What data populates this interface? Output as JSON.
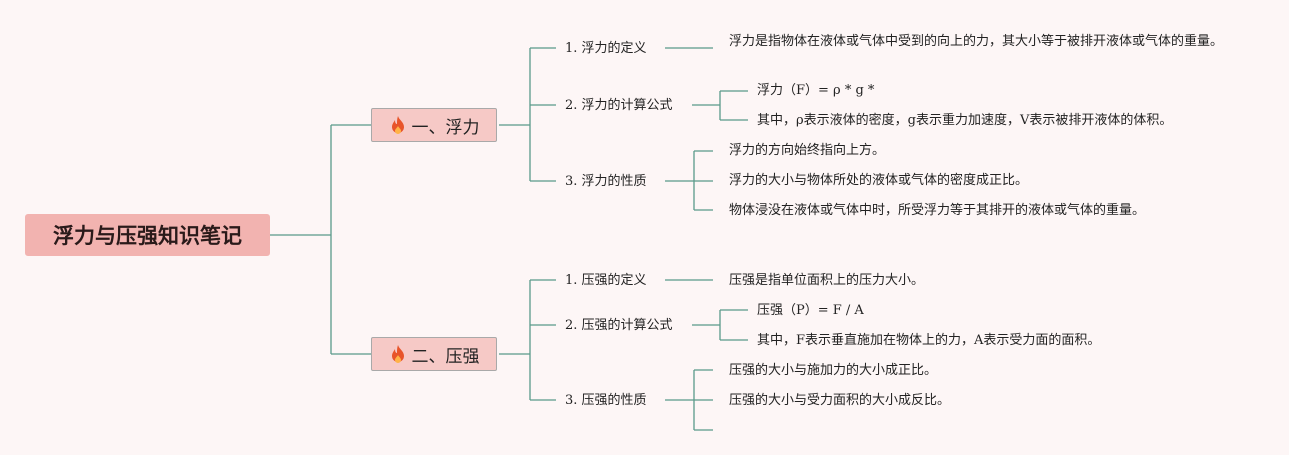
{
  "root": {
    "title": "浮力与压强知识笔记"
  },
  "icon": "fire-icon",
  "colors": {
    "root_bg": "#f2b3b0",
    "branch_bg": "#f6c9c6",
    "line": "#5a9a8a",
    "fire": "#e8542a"
  },
  "sections": [
    {
      "title": "一、浮力",
      "subtopics": [
        {
          "label": "1. 浮力的定义",
          "details": [
            "浮力是指物体在液体或气体中受到的向上的力，其大小等于被排开液体或气体的重量。"
          ]
        },
        {
          "label": "2. 浮力的计算公式",
          "details": [
            "浮力（F）= ρ * g *",
            "其中，ρ表示液体的密度，g表示重力加速度，V表示被排开液体的体积。"
          ]
        },
        {
          "label": "3. 浮力的性质",
          "details": [
            "浮力的方向始终指向上方。",
            "浮力的大小与物体所处的液体或气体的密度成正比。",
            "物体浸没在液体或气体中时，所受浮力等于其排开的液体或气体的重量。"
          ]
        }
      ]
    },
    {
      "title": "二、压强",
      "subtopics": [
        {
          "label": "1. 压强的定义",
          "details": [
            "压强是指单位面积上的压力大小。"
          ]
        },
        {
          "label": "2. 压强的计算公式",
          "details": [
            "压强（P）= F / A",
            "其中，F表示垂直施加在物体上的力，A表示受力面的面积。"
          ]
        },
        {
          "label": "3. 压强的性质",
          "details": [
            "压强的大小与施加力的大小成正比。",
            "压强的大小与受力面积的大小成反比。",
            ""
          ]
        }
      ]
    }
  ]
}
